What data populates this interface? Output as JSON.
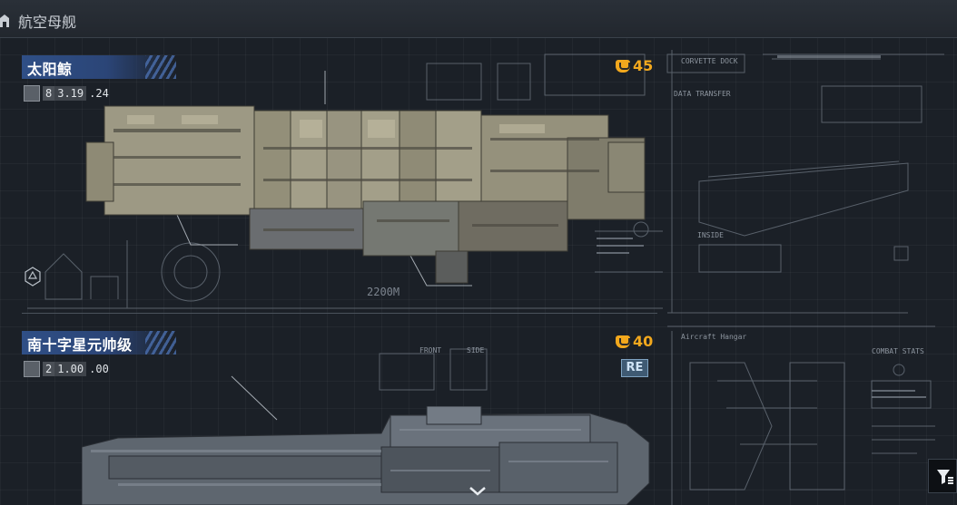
{
  "header": {
    "title": "航空母舰"
  },
  "ships": [
    {
      "name": "太阳鲸",
      "stats": [
        "8",
        "3.19",
        ".24"
      ],
      "cost": "45",
      "scale": "2200M",
      "bp_corvette": "CORVETTE DOCK",
      "bp_transfer": "DATA TRANSFER",
      "bp_inside": "INSIDE"
    },
    {
      "name": "南十字星元帅级",
      "stats": [
        "2",
        "1.00",
        ".00"
      ],
      "cost": "40",
      "badge": "RE",
      "bp_hangar": "Aircraft Hangar",
      "bp_front": "FRONT",
      "bp_side": "SIDE",
      "bp_combat": "COMBAT STATS"
    }
  ],
  "colors": {
    "accent_blue": "#2f4f86",
    "cost_orange": "#f2a81d",
    "hull_light": "#9a9682",
    "hull_dark": "#5c646e"
  },
  "icons": {
    "home": "home-icon",
    "filter": "filter-icon",
    "scroll": "chevron-down-icon",
    "cost": "cost-icon"
  }
}
